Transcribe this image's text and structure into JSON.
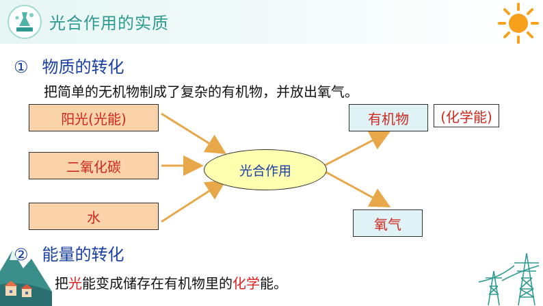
{
  "header": {
    "title": "光合作用的实质"
  },
  "section1": {
    "number": "①",
    "title": "物质的转化",
    "description": "把简单的无机物制成了复杂的有机物，并放出氧气。"
  },
  "diagram": {
    "inputs": [
      "阳光(光能)",
      "二氧化碳",
      "水"
    ],
    "process": "光合作用",
    "outputs": [
      "有机物",
      "氧气"
    ],
    "energy_note": "(化学能)"
  },
  "section2": {
    "number": "②",
    "title": "能量的转化",
    "desc_parts": [
      "把",
      "光",
      "能变成储存在有机物里的",
      "化学",
      "能。"
    ]
  },
  "colors": {
    "header_title": "#2e9a90",
    "heading_blue": "#1a3fa3",
    "highlight_red": "#e02020",
    "input_fill": "#fbd3aa",
    "process_fill": "#ffffb0",
    "output_fill": "#dff3f6",
    "arrow": "#e8a84a"
  },
  "icons": [
    "science-badge-icon",
    "sun-icon",
    "town-illustration-icon",
    "power-tower-icon"
  ]
}
